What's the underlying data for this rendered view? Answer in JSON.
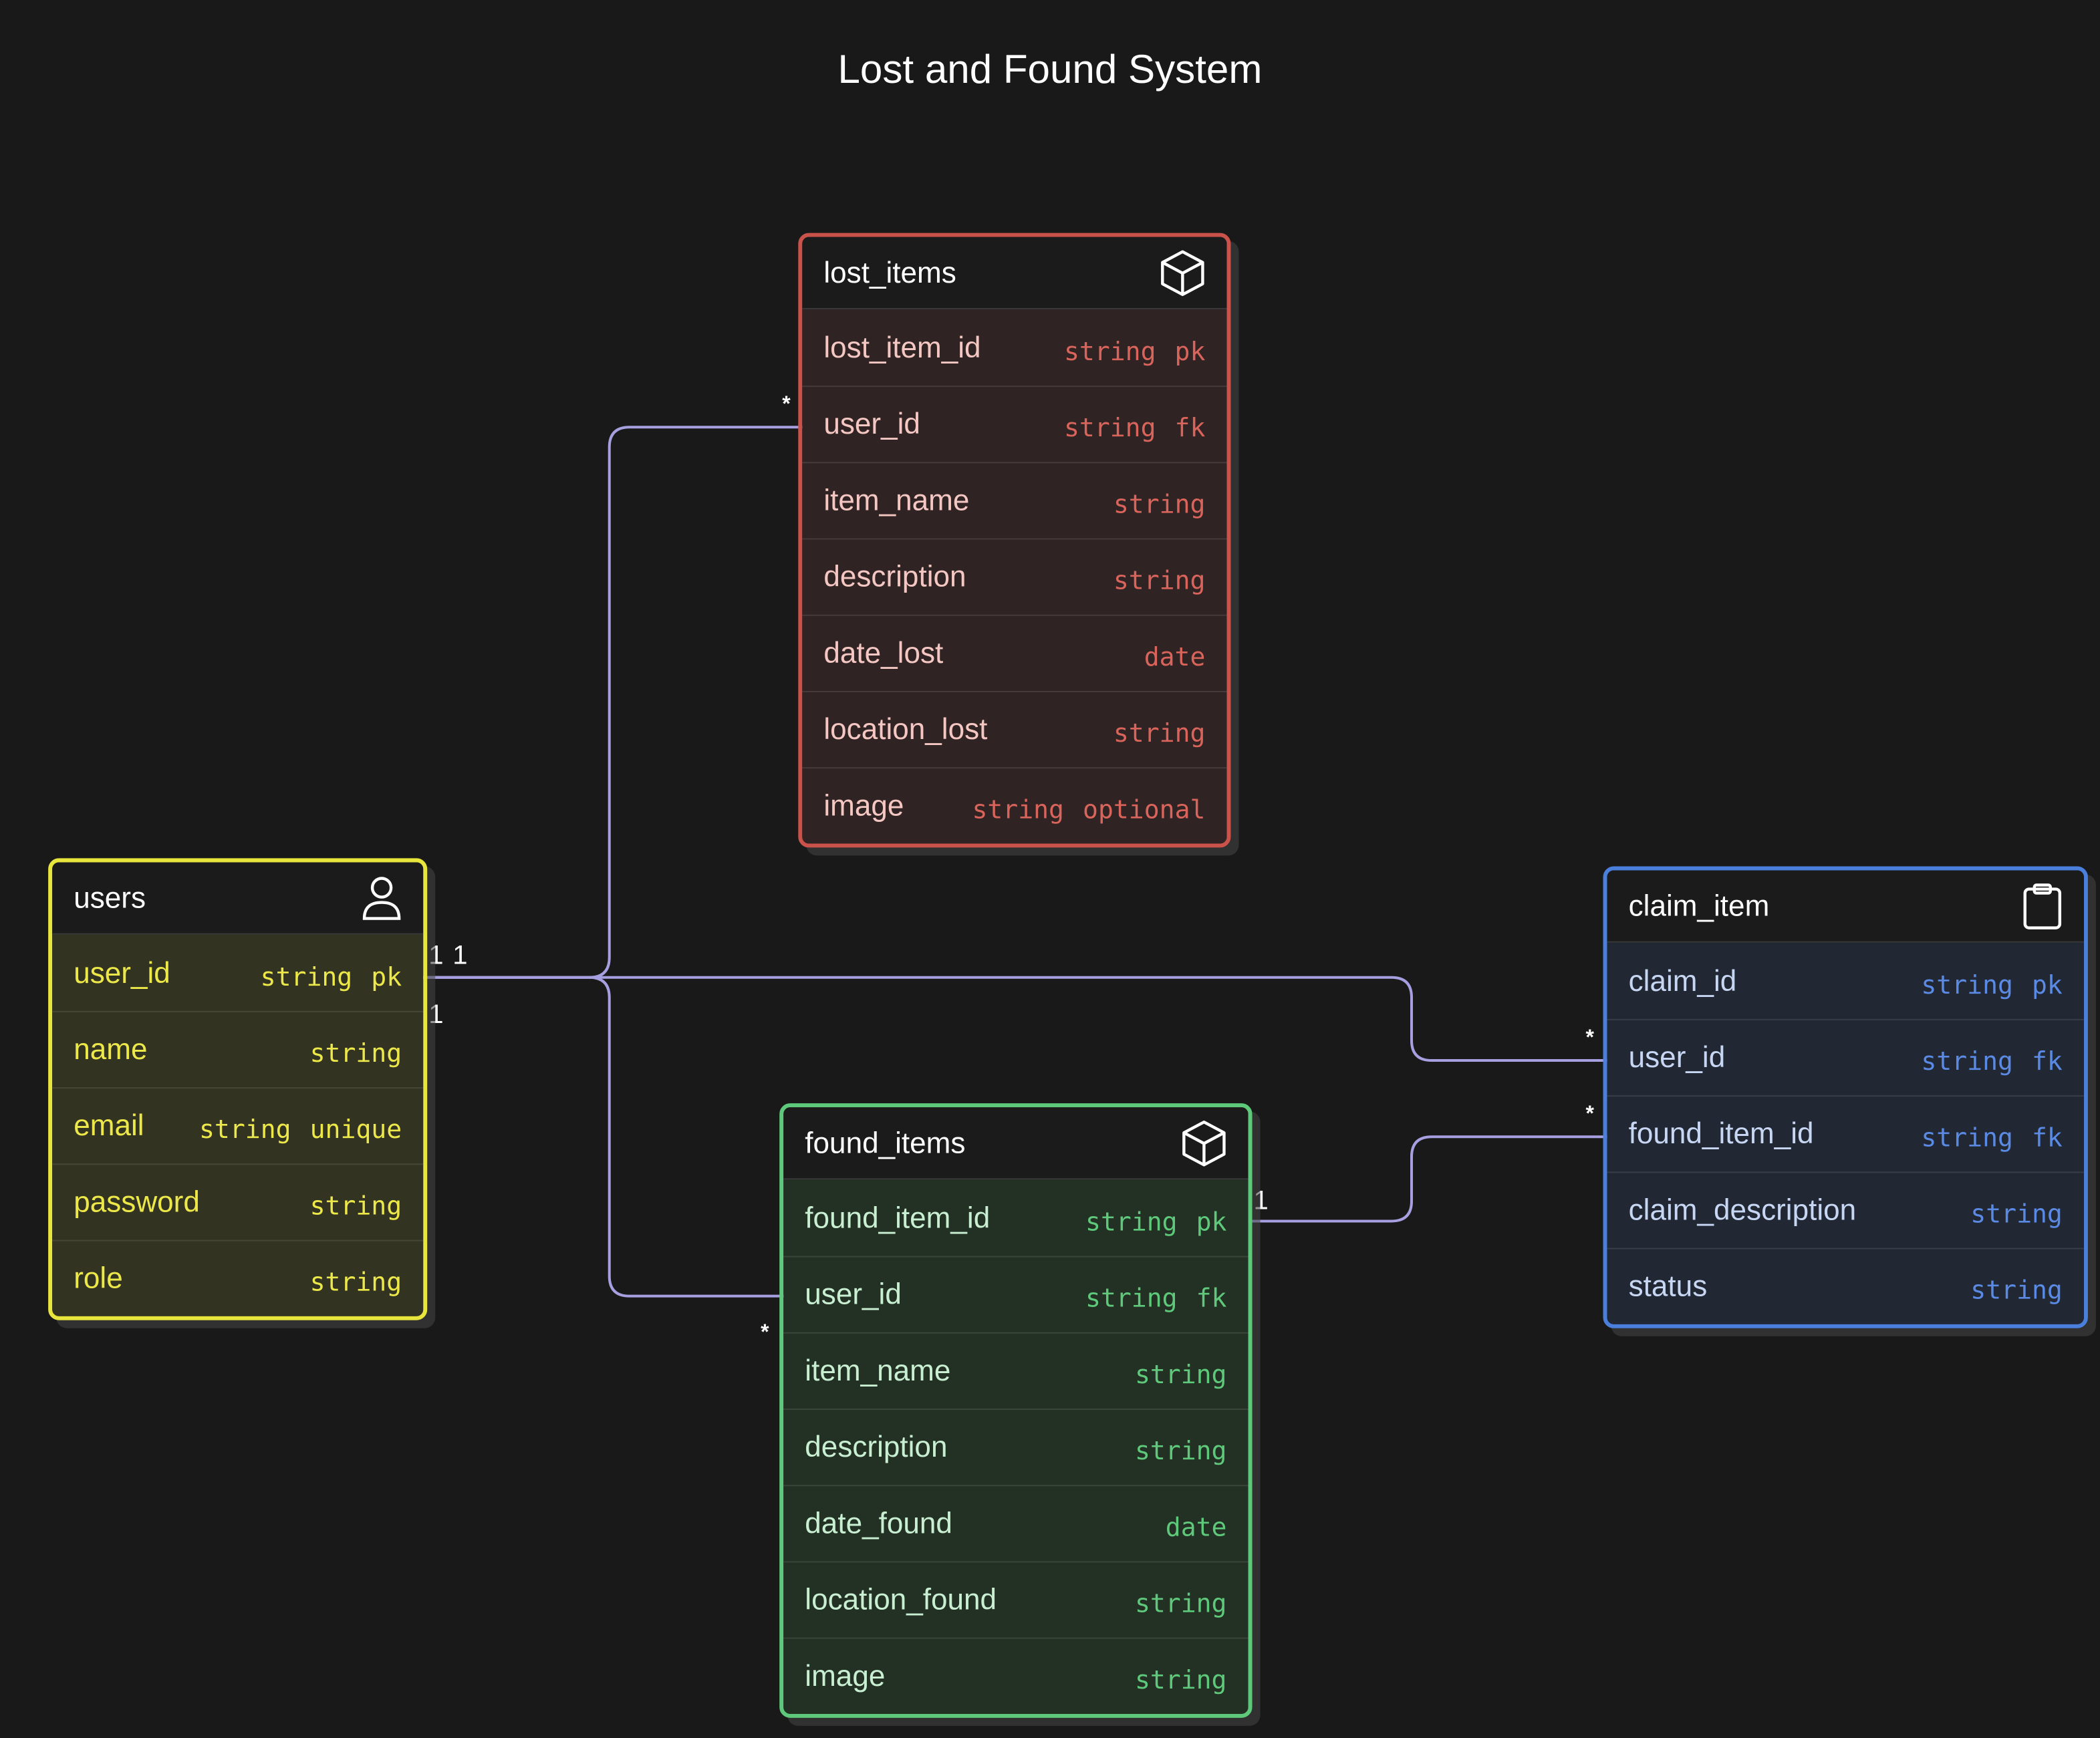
{
  "title": "Lost and Found System",
  "colors": {
    "background": "#191919",
    "connector": "#a7a0e0",
    "users": "#e8e63c",
    "lost_items": "#c9524a",
    "found_items": "#5ec97a",
    "claim_item": "#4a7fdb"
  },
  "entities": {
    "users": {
      "name": "users",
      "icon": "user-icon",
      "fields": [
        {
          "name": "user_id",
          "type": "string",
          "key": "pk"
        },
        {
          "name": "name",
          "type": "string",
          "key": ""
        },
        {
          "name": "email",
          "type": "string",
          "key": "unique"
        },
        {
          "name": "password",
          "type": "string",
          "key": ""
        },
        {
          "name": "role",
          "type": "string",
          "key": ""
        }
      ]
    },
    "lost_items": {
      "name": "lost_items",
      "icon": "cube-icon",
      "fields": [
        {
          "name": "lost_item_id",
          "type": "string",
          "key": "pk"
        },
        {
          "name": "user_id",
          "type": "string",
          "key": "fk"
        },
        {
          "name": "item_name",
          "type": "string",
          "key": ""
        },
        {
          "name": "description",
          "type": "string",
          "key": ""
        },
        {
          "name": "date_lost",
          "type": "date",
          "key": ""
        },
        {
          "name": "location_lost",
          "type": "string",
          "key": ""
        },
        {
          "name": "image",
          "type": "string",
          "key": "optional"
        }
      ]
    },
    "found_items": {
      "name": "found_items",
      "icon": "cube-icon",
      "fields": [
        {
          "name": "found_item_id",
          "type": "string",
          "key": "pk"
        },
        {
          "name": "user_id",
          "type": "string",
          "key": "fk"
        },
        {
          "name": "item_name",
          "type": "string",
          "key": ""
        },
        {
          "name": "description",
          "type": "string",
          "key": ""
        },
        {
          "name": "date_found",
          "type": "date",
          "key": ""
        },
        {
          "name": "location_found",
          "type": "string",
          "key": ""
        },
        {
          "name": "image",
          "type": "string",
          "key": ""
        }
      ]
    },
    "claim_item": {
      "name": "claim_item",
      "icon": "clipboard-icon",
      "fields": [
        {
          "name": "claim_id",
          "type": "string",
          "key": "pk"
        },
        {
          "name": "user_id",
          "type": "string",
          "key": "fk"
        },
        {
          "name": "found_item_id",
          "type": "string",
          "key": "fk"
        },
        {
          "name": "claim_description",
          "type": "string",
          "key": ""
        },
        {
          "name": "status",
          "type": "string",
          "key": ""
        }
      ]
    }
  },
  "relationships": [
    {
      "from": "users.user_id",
      "to": "lost_items.user_id",
      "from_card": "1",
      "to_card": "*"
    },
    {
      "from": "users.user_id",
      "to": "found_items.user_id",
      "from_card": "1",
      "to_card": "*"
    },
    {
      "from": "users.user_id",
      "to": "claim_item.user_id",
      "from_card": "1",
      "to_card": "*"
    },
    {
      "from": "found_items.found_item_id",
      "to": "claim_item.found_item_id",
      "from_card": "1",
      "to_card": "*"
    }
  ]
}
